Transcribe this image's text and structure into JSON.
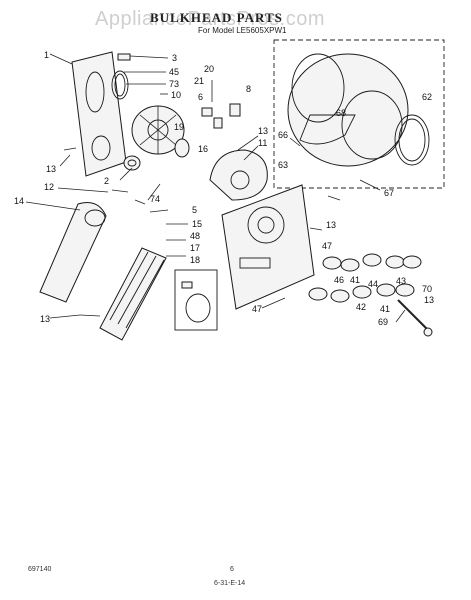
{
  "header": {
    "watermark": "AppliancePartsPros.com",
    "title": "BULKHEAD PARTS",
    "subtitle": "For Model LE5605XPW1"
  },
  "footer": {
    "left_code": "697140",
    "page_number": "6",
    "date_code": "6-31-E-14"
  },
  "callouts": {
    "c1": "1",
    "c3": "3",
    "c45": "45",
    "c73": "73",
    "c20": "20",
    "c21": "21",
    "c10": "10",
    "c6": "6",
    "c8": "8",
    "c19": "19",
    "c16": "16",
    "c13a": "13",
    "c11": "11",
    "c66": "66",
    "c68": "68",
    "c62": "62",
    "c63": "63",
    "c67": "67",
    "c13b": "13",
    "c12": "12",
    "c2": "2",
    "c14": "14",
    "c74": "74",
    "c5": "5",
    "c15": "15",
    "c48": "48",
    "c17": "17",
    "c18": "18",
    "c13c": "13",
    "c47a": "47",
    "c46": "46",
    "c41a": "41",
    "c44": "44",
    "c43": "43",
    "c47b": "47",
    "c42": "42",
    "c41b": "41",
    "c70": "70",
    "c13d": "13",
    "c69": "69",
    "c13e": "13"
  }
}
